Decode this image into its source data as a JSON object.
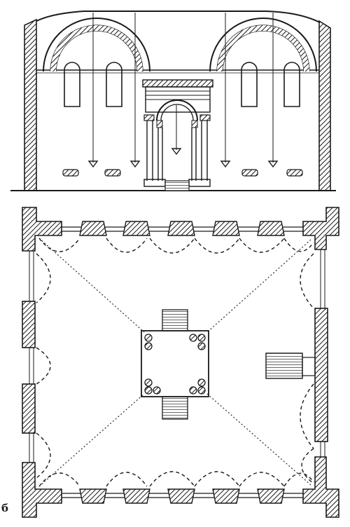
{
  "figure": {
    "type": "architectural drawing",
    "views": [
      "section",
      "plan"
    ],
    "ink_color": "#1a1a1a",
    "paper_color": "#ffffff",
    "letter": "б"
  }
}
